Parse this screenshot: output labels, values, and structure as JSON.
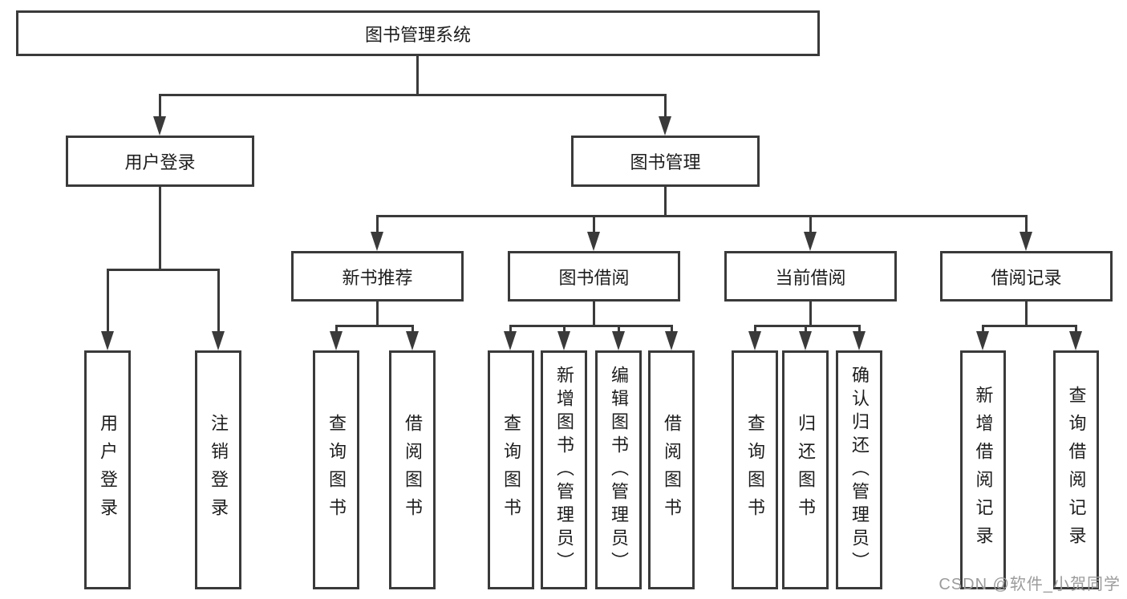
{
  "nodes": {
    "root": "图书管理系统",
    "level2": [
      "用户登录",
      "图书管理"
    ],
    "level3": [
      "新书推荐",
      "图书借阅",
      "当前借阅",
      "借阅记录"
    ],
    "leaves_user": [
      "用户登录",
      "注销登录"
    ],
    "leaves_newbook": [
      "查询图书",
      "借阅图书"
    ],
    "leaves_borrow": [
      "查询图书",
      "新增图书（管理员）",
      "编辑图书（管理员）",
      "借阅图书"
    ],
    "leaves_current": [
      "查询图书",
      "归还图书",
      "确认归还（管理员）"
    ],
    "leaves_records": [
      "新增借阅记录",
      "查询借阅记录"
    ]
  },
  "watermark": "CSDN @软件_小贺同学",
  "colors": {
    "line": "#3a3a3a",
    "text": "#1d1d1d",
    "watermark": "#9c9c9c",
    "background": "#ffffff"
  }
}
